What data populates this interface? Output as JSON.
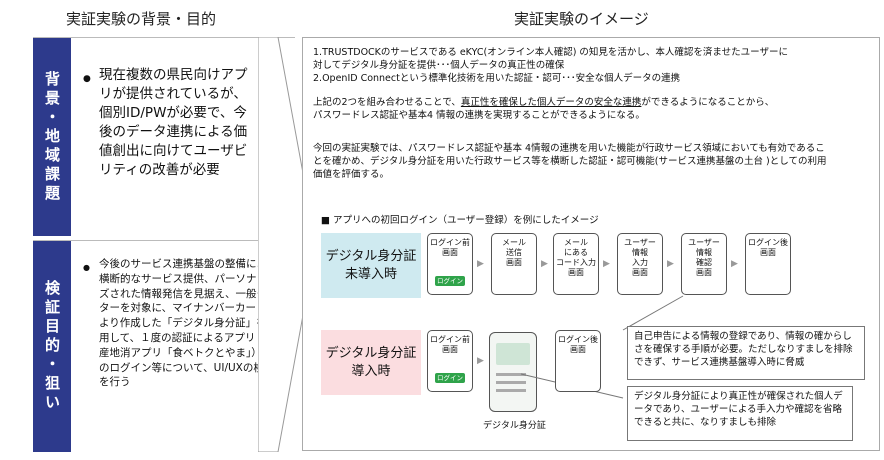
{
  "headings": {
    "left": "実証実験の背景・目的",
    "right": "実証実験のイメージ"
  },
  "left_panel": {
    "background": {
      "tag": "背景・地域課題",
      "bullet": "●",
      "text": "現在複数の県民向けアプリが提供されているが、個別ID/PWが必要で、今後のデータ連携による価値創出に向けてユーザビリティの改善が必要"
    },
    "goal": {
      "tag": "検証目的・狙い",
      "bullet": "●",
      "text": "今後のサービス連携基盤の整備による横断的なサービス提供、パーソナライズされた情報発信を見据え、一般モニターを対象に、マイナンバーカードにより作成した「デジタル身分証」を活用して、１度の認証によるアプリ（地産地消アプリ「食ベトクとやま」）へのログイン等について、UI/UXの検証を行う"
    }
  },
  "right_panel": {
    "paragraph1": "1.TRUSTDOCKのサービスである eKYC(オンライン本人確認) の知見を活かし、本人確認を済ませたユーザーに\n 対してデジタル身分証を提供･･･個人データの真正性の確保\n2.OpenID Connectという標準化技術を用いた認証・認可･･･安全な個人データの連携",
    "paragraph2_before": "上記の2つを組み合わせることで、",
    "paragraph2_underline": "真正性を確保した個人データの安全な連携",
    "paragraph2_after": "ができるようになることから、\nパスワードレス認証や基本4 情報の連携を実現することができるようになる。",
    "paragraph3": "今回の実証実験では、パスワードレス認証や基本 4情報の連携を用いた機能が行政サービス領域においても有効であるこ\nとを確かめ、デジタル身分証を用いた行政サービス等を横断した認証・認可機能(サービス連携基盤の土台 )としての利用\n価値を評価する。",
    "flow_caption": "■ アプリへの初回ログイン（ユーザー登録）を例にしたイメージ",
    "row1": {
      "label": "デジタル身分証\n未導入時",
      "screens": [
        {
          "label": "ログイン前\n画面",
          "has_login": true
        },
        {
          "label": "メール\n送信\n画面",
          "has_login": false
        },
        {
          "label": "メール\nにある\nコード入力\n画面",
          "has_login": false
        },
        {
          "label": "ユーザー\n情報\n入力\n画面",
          "has_login": false
        },
        {
          "label": "ユーザー\n情報\n確認\n画面",
          "has_login": false
        },
        {
          "label": "ログイン後\n画面",
          "has_login": false
        }
      ]
    },
    "row2": {
      "label": "デジタル身分証\n導入時",
      "screens": [
        {
          "label": "ログイン前\n画面",
          "has_login": true
        },
        {
          "label": "ログイン後\n画面",
          "has_login": false
        }
      ],
      "card_caption": "デジタル身分証"
    },
    "login_button": "ログイン",
    "arrow": "▶",
    "note1": "自己申告による情報の登録であり、情報の確からしさを確保する手順が必要。ただしなりすましを排除できず、サービス連携基盤導入時に脅威",
    "note2": "デジタル身分証により真正性が確保された個人データであり、ユーザーによる手入力や確認を省略できると共に、なりすましも排除"
  }
}
